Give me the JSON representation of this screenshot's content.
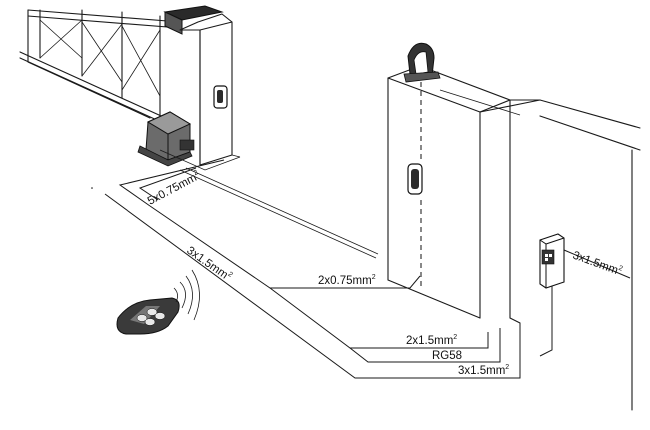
{
  "labels": {
    "cable_5x075": "5x0.75mm",
    "cable_3x15_remote": "3x1.5mm",
    "cable_2x075": "2x0.75mm",
    "cable_2x15": "2x1.5mm",
    "cable_rg58": "RG58",
    "cable_3x15_bottom": "3x1.5mm",
    "cable_3x15_box": "3x1.5mm",
    "sup2": "2"
  },
  "icons": {
    "gate": "sliding-gate",
    "motor": "gate-motor",
    "photocell": "photocell-sensor",
    "lamp": "flashing-lamp",
    "keyswitch": "key-selector",
    "remote": "remote-control",
    "signal": "radio-waves"
  }
}
